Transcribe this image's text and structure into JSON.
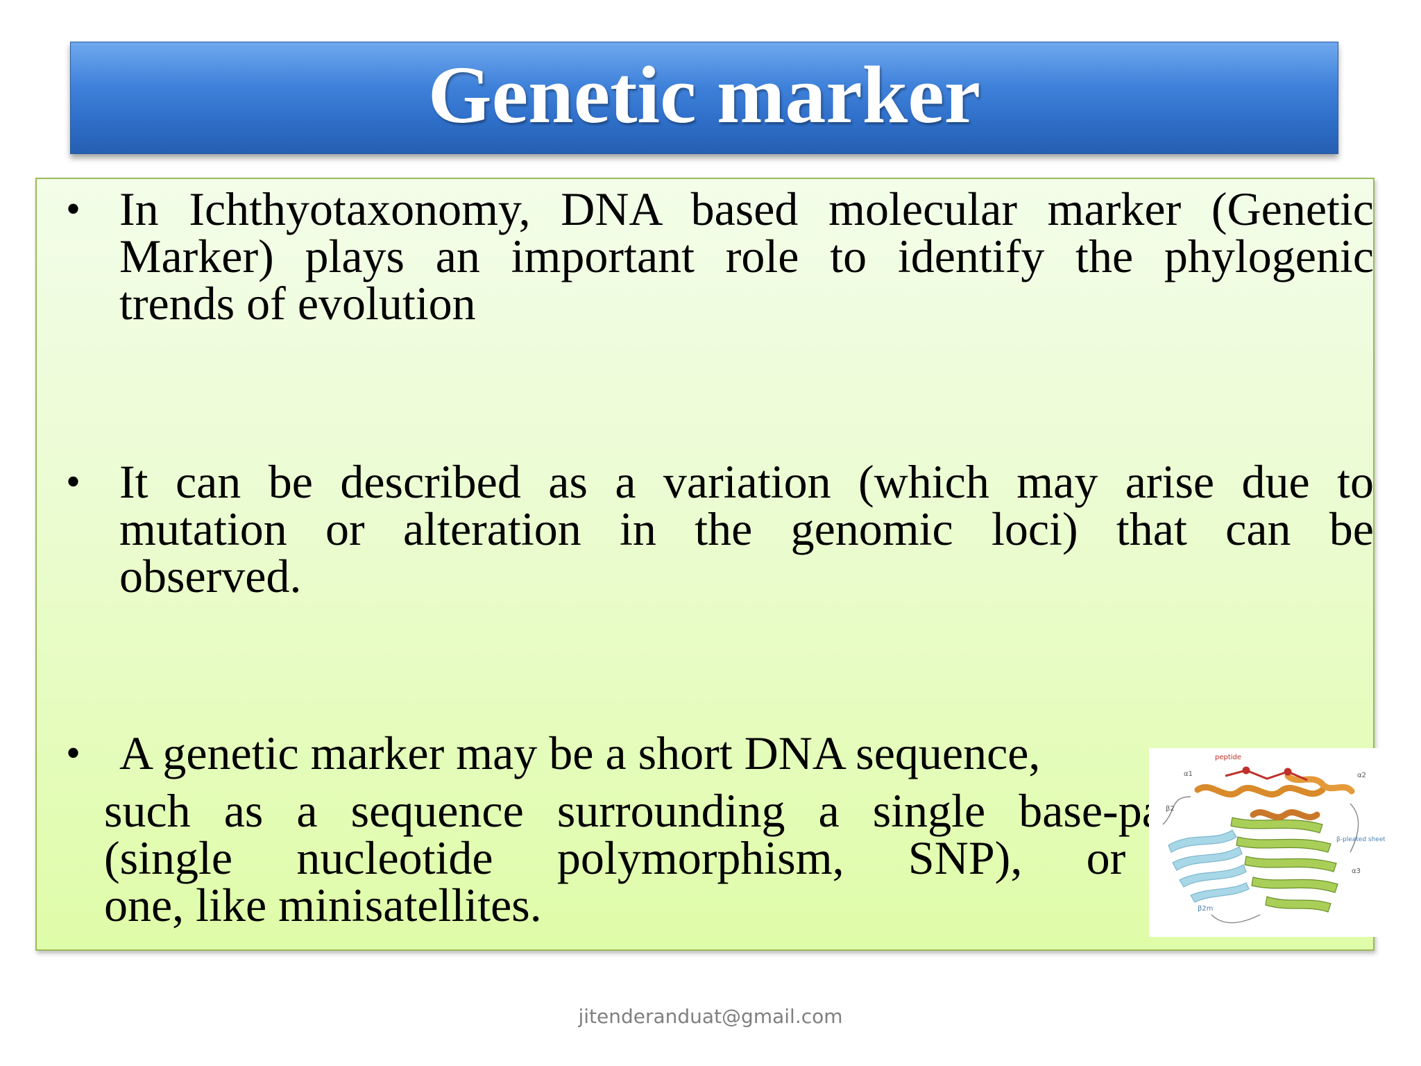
{
  "slide": {
    "title": "Genetic marker",
    "bullets": [
      {
        "lines": [
          "In Ichthyotaxonomy, DNA based molecular marker (Genetic",
          "Marker) plays an important role to identify the phylogenic",
          "trends of evolution"
        ]
      },
      {
        "lines": [
          "It can be described as a variation (which may arise due to",
          "mutation or alteration in the genomic loci) that can be",
          "observed."
        ]
      },
      {
        "lines": [
          "A genetic marker may be a short DNA sequence,"
        ]
      }
    ],
    "continuation_lines": [
      "such as a sequence surrounding a single base-pair change",
      "(single nucleotide polymorphism, SNP), or a long",
      "one, like minisatellites."
    ],
    "bullet_symbol": "•",
    "image": {
      "labels": [
        "peptide",
        "α1",
        "α2",
        "α3",
        "β2",
        "β-pleated sheet",
        "β2m"
      ]
    },
    "footer": "jitenderanduat@gmail.com"
  },
  "colors": {
    "title_bar": "#3f81da",
    "title_text": "#ffffff",
    "content_bg_top": "#f3fde9",
    "content_bg_bottom": "#dffca8",
    "content_border": "#9bbb59",
    "footer_text": "#7f7f7f"
  }
}
